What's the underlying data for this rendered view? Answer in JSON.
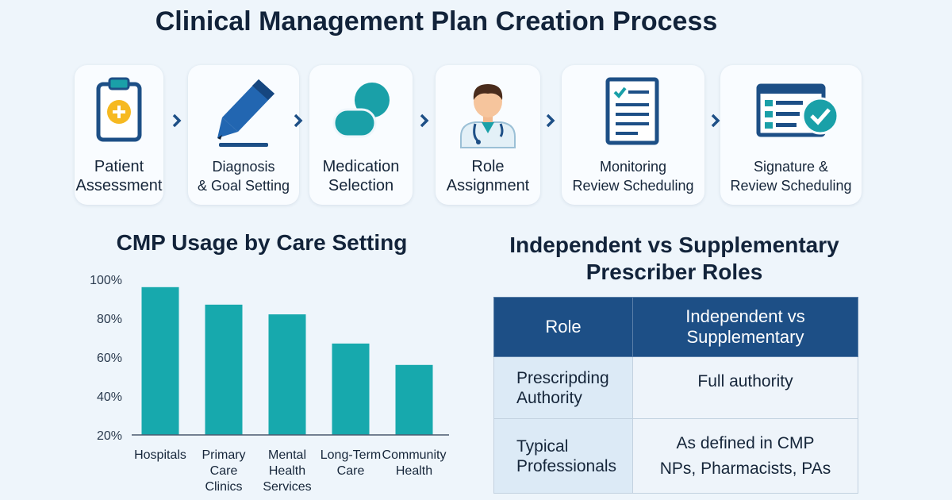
{
  "title": "Clinical Management Plan Creation Process",
  "steps": [
    {
      "line1": "Patient",
      "line2": "Assessment",
      "icon": "clipboard-plus-icon"
    },
    {
      "line1": "Diagnosis",
      "line2": "& Goal Setting",
      "icon": "pen-icon"
    },
    {
      "line1": "Medication",
      "line2": "Selection",
      "icon": "pills-icon"
    },
    {
      "line1": "Role",
      "line2": "Assignment",
      "icon": "doctor-icon"
    },
    {
      "line1": "Monitoring",
      "line2": "Review Scheduling",
      "icon": "checklist-icon"
    },
    {
      "line1": "Signature &",
      "line2": "Review Scheduling",
      "icon": "form-check-icon"
    }
  ],
  "colors": {
    "bar": "#17a9ad",
    "navy": "#1d4f86",
    "teal": "#1aa0a8",
    "accent_yellow": "#f6b921"
  },
  "chart_data": {
    "type": "bar",
    "title": "CMP Usage by Care Setting",
    "categories": [
      [
        "Hospitals"
      ],
      [
        "Primary",
        "Care",
        "Clinics"
      ],
      [
        "Mental",
        "Health",
        "Services"
      ],
      [
        "Long-Term",
        "Care"
      ],
      [
        "Community",
        "Health"
      ]
    ],
    "values": [
      96,
      87,
      82,
      67,
      56
    ],
    "ylim": [
      20,
      100
    ],
    "yticks": [
      20,
      40,
      60,
      80,
      100
    ],
    "ytick_labels": [
      "20%",
      "40%",
      "60%",
      "80%",
      "100%"
    ],
    "grid": false
  },
  "table": {
    "title_line1": "Independent vs Supplementary",
    "title_line2": "Prescriber Roles",
    "header": {
      "col1": "Role",
      "col2_line1": "Independent vs",
      "col2_line2": "Supplementary"
    },
    "rows": [
      {
        "label_line1": "Prescripding",
        "label_line2": "Authority",
        "value_line1": "Full authority",
        "value_line2": ""
      },
      {
        "label_line1": "Typical",
        "label_line2": "Professionals",
        "value_line1": "As defined in CMP",
        "value_line2": "NPs, Pharmacists, PAs"
      }
    ]
  }
}
